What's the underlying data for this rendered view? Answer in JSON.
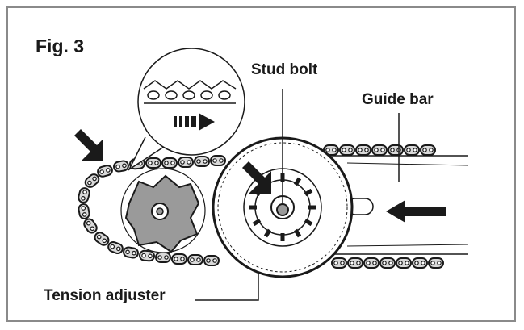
{
  "figure": {
    "title": "Fig. 3",
    "labels": {
      "stud_bolt": "Stud bolt",
      "guide_bar": "Guide bar",
      "tension_adjuster": "Tension adjuster"
    }
  },
  "colors": {
    "ink": "#1a1a1a",
    "frame": "#8a8a8a",
    "sprocket_gray": "#9a9a9a",
    "chain_fill": "#d9d9d9",
    "background": "#ffffff"
  },
  "icons": [
    "direction-arrow-icon",
    "striped-arrow-icon"
  ]
}
